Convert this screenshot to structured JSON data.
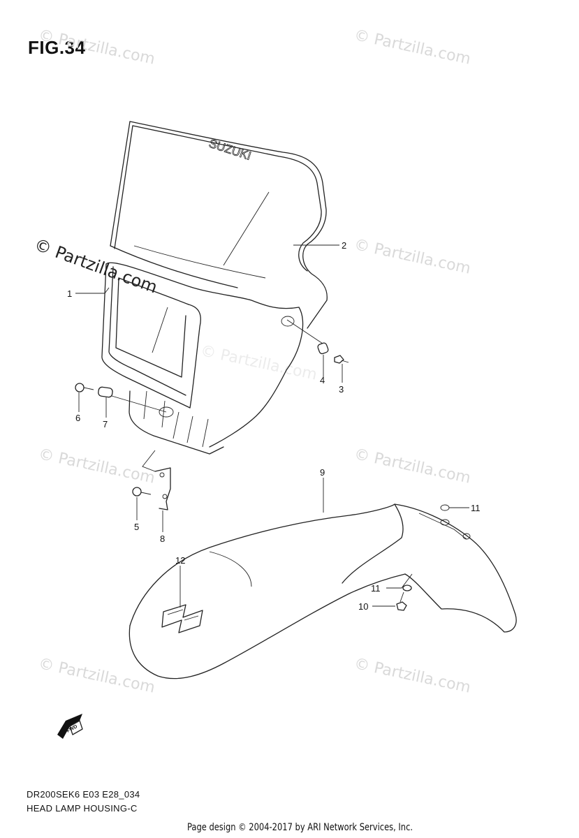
{
  "figure": {
    "title": "FIG.34"
  },
  "watermarks": {
    "light": [
      "© Partzilla.com",
      "© Partzilla.com",
      "© Partzilla.com",
      "© Partzilla.com",
      "© Partzilla.com",
      "© Partzilla.com",
      "© Partzilla.com",
      "© Partzilla.com"
    ],
    "dark": "© Partzilla.com"
  },
  "logo_text": "SUZUKI",
  "fwd_label": "FWD",
  "callouts": {
    "c1": "1",
    "c2": "2",
    "c3": "3",
    "c4": "4",
    "c5": "5",
    "c6": "6",
    "c7": "7",
    "c8": "8",
    "c9": "9",
    "c10": "10",
    "c11a": "11",
    "c11b": "11",
    "c12": "12"
  },
  "footer": {
    "model_code": "DR200SEK6 E03 E28_034",
    "section_name": "HEAD LAMP HOUSING-C",
    "credit": "Page design © 2004-2017 by ARI Network Services, Inc."
  }
}
